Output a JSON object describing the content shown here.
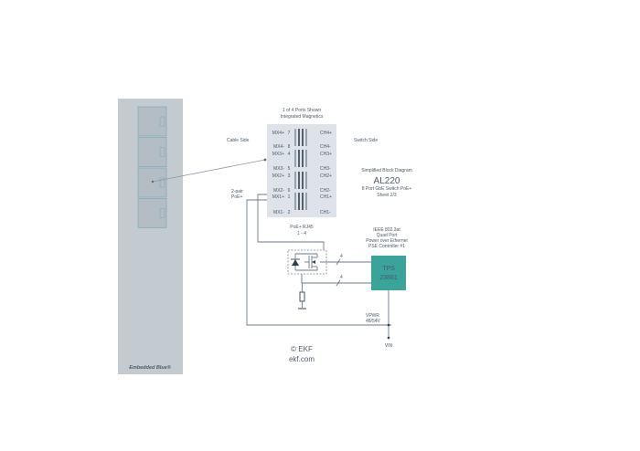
{
  "panel": {
    "brand_label": "Embedded Blue®",
    "port_count": 4,
    "colors": {
      "panel_bg": "#c4cbd0",
      "port_fill": "#b4bcc4",
      "port_stroke": "#8fb0bd"
    }
  },
  "magnetics": {
    "caption_line1": "1 of 4 Ports Shown",
    "caption_line2": "Integrated Magnetics",
    "cable_side_label": "Cable Side",
    "switch_side_label": "Switch Side",
    "left_pins": [
      {
        "name": "MX4+",
        "num": "7"
      },
      {
        "name": "MX4-",
        "num": "8"
      },
      {
        "name": "MX3+",
        "num": "4"
      },
      {
        "name": "MX3-",
        "num": "5"
      },
      {
        "name": "MX2+",
        "num": "3"
      },
      {
        "name": "MX2-",
        "num": "6"
      },
      {
        "name": "MX1+",
        "num": "1"
      },
      {
        "name": "MX1-",
        "num": "2"
      }
    ],
    "right_pins": [
      "CH4+",
      "CH4-",
      "CH3+",
      "CH3-",
      "CH2+",
      "CH2-",
      "CH1+",
      "CH1-"
    ],
    "poe_label_line1": "PoE+ RJ45",
    "poe_label_line2": "1 - 4",
    "pair_label_line1": "2-pair",
    "pair_label_line2": "PoE+",
    "colors": {
      "box_fill": "#dde3e8"
    }
  },
  "title_block": {
    "line1": "Simplified Block Diagram",
    "line2": "AL220",
    "line3": "8 Port GbE Switch PoE+",
    "line4": "Sheet 2/3"
  },
  "controller": {
    "desc_line1": "IEEE 802.3at",
    "desc_line2": "Quad Port",
    "desc_line3": "Power over Ethernet",
    "desc_line4": "PSE Controller #1",
    "chip_line1": "TPS",
    "chip_line2": "23861",
    "bus_label_top": "4",
    "bus_label_bottom": "4",
    "colors": {
      "chip_fill": "#3aa39a"
    }
  },
  "power": {
    "vpwr_line1": "VPWR",
    "vpwr_line2": "48/54V",
    "vin_label": "VIN"
  },
  "footer": {
    "copyright": "© EKF",
    "website": "ekf.com"
  }
}
